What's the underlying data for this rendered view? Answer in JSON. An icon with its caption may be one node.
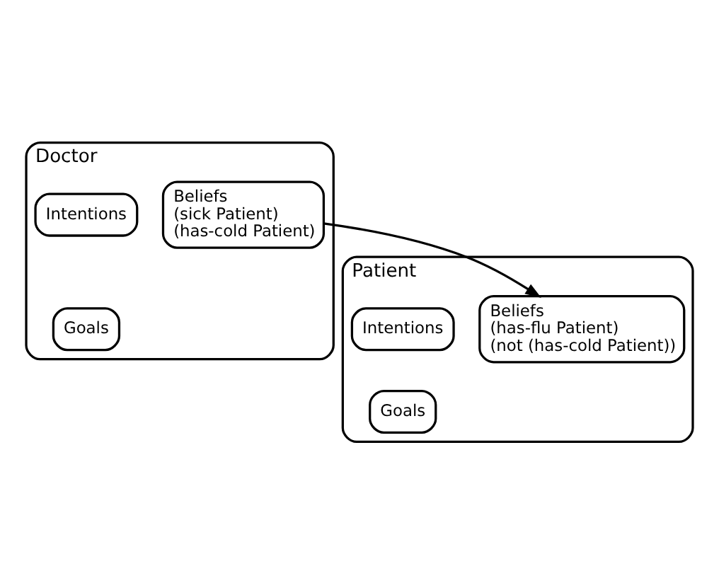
{
  "diagram": {
    "nodes": [
      {
        "text": [
          "Doctor"
        ]
      },
      {
        "text": [
          "Beliefs",
          "(sick Patient)",
          "(has-cold Patient)"
        ],
        "in": 0
      },
      {
        "text": [
          "Intentions"
        ],
        "in": 0
      },
      {
        "text": [
          "Goals"
        ],
        "in": 0
      },
      {
        "text": [
          "Patient"
        ]
      },
      {
        "text": [
          "Beliefs",
          "(has-flu Patient)",
          "(not (has-cold Patient))"
        ],
        "in": 4
      },
      {
        "text": [
          "Intentions"
        ],
        "in": 4
      },
      {
        "text": [
          "Goals"
        ],
        "in": 4
      }
    ],
    "edges": [
      {
        "from": 1,
        "to": 5,
        "arrow": "to"
      }
    ]
  }
}
